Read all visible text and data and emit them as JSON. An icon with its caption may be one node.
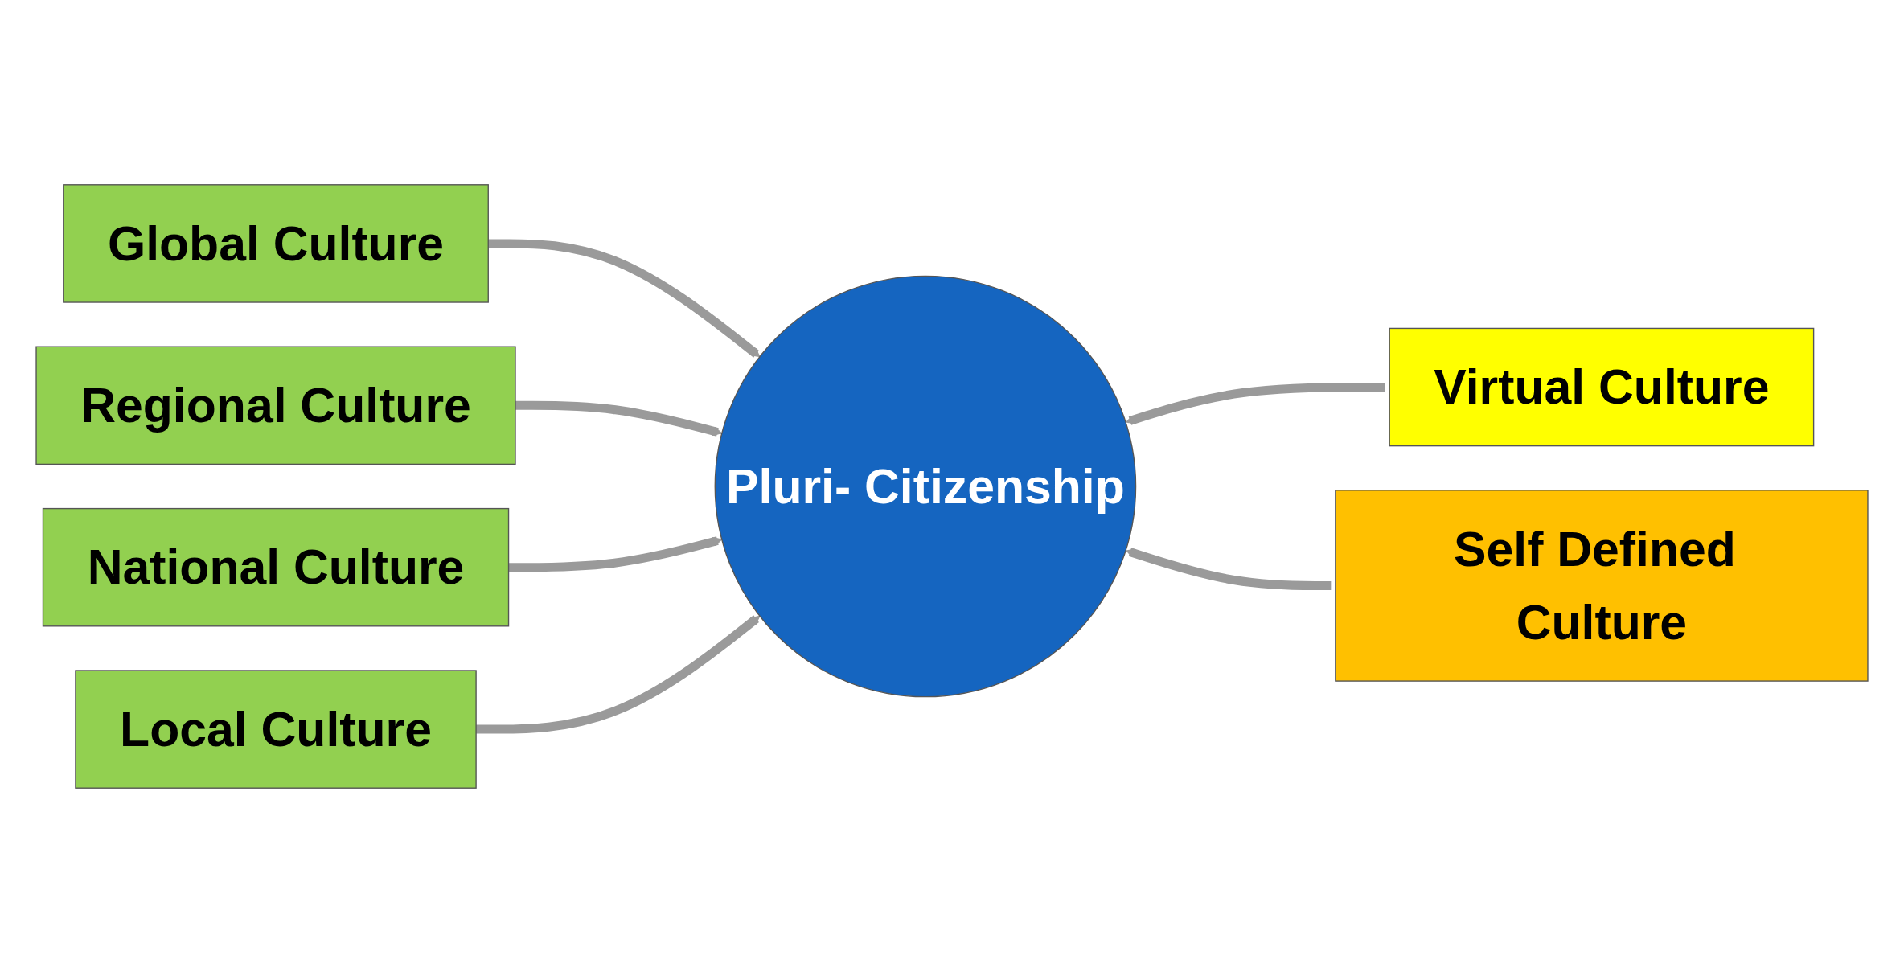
{
  "diagram": {
    "nodes": [
      {
        "text": [
          "Global Culture"
        ]
      },
      {
        "text": [
          "Regional Culture"
        ]
      },
      {
        "text": [
          "National Culture"
        ]
      },
      {
        "text": [
          "Local Culture"
        ]
      },
      {
        "text": [
          "Pluri- Citizenship"
        ]
      },
      {
        "text": [
          "Virtual Culture"
        ]
      },
      {
        "text": [
          "Self Defined Culture"
        ]
      }
    ],
    "edges": [
      {
        "from": 0,
        "to": 4,
        "arrow": "to"
      },
      {
        "from": 1,
        "to": 4,
        "arrow": "to"
      },
      {
        "from": 2,
        "to": 4,
        "arrow": "to"
      },
      {
        "from": 3,
        "to": 4,
        "arrow": "to"
      },
      {
        "from": 5,
        "to": 4,
        "arrow": "to"
      },
      {
        "from": 6,
        "to": 4,
        "arrow": "to"
      }
    ]
  }
}
